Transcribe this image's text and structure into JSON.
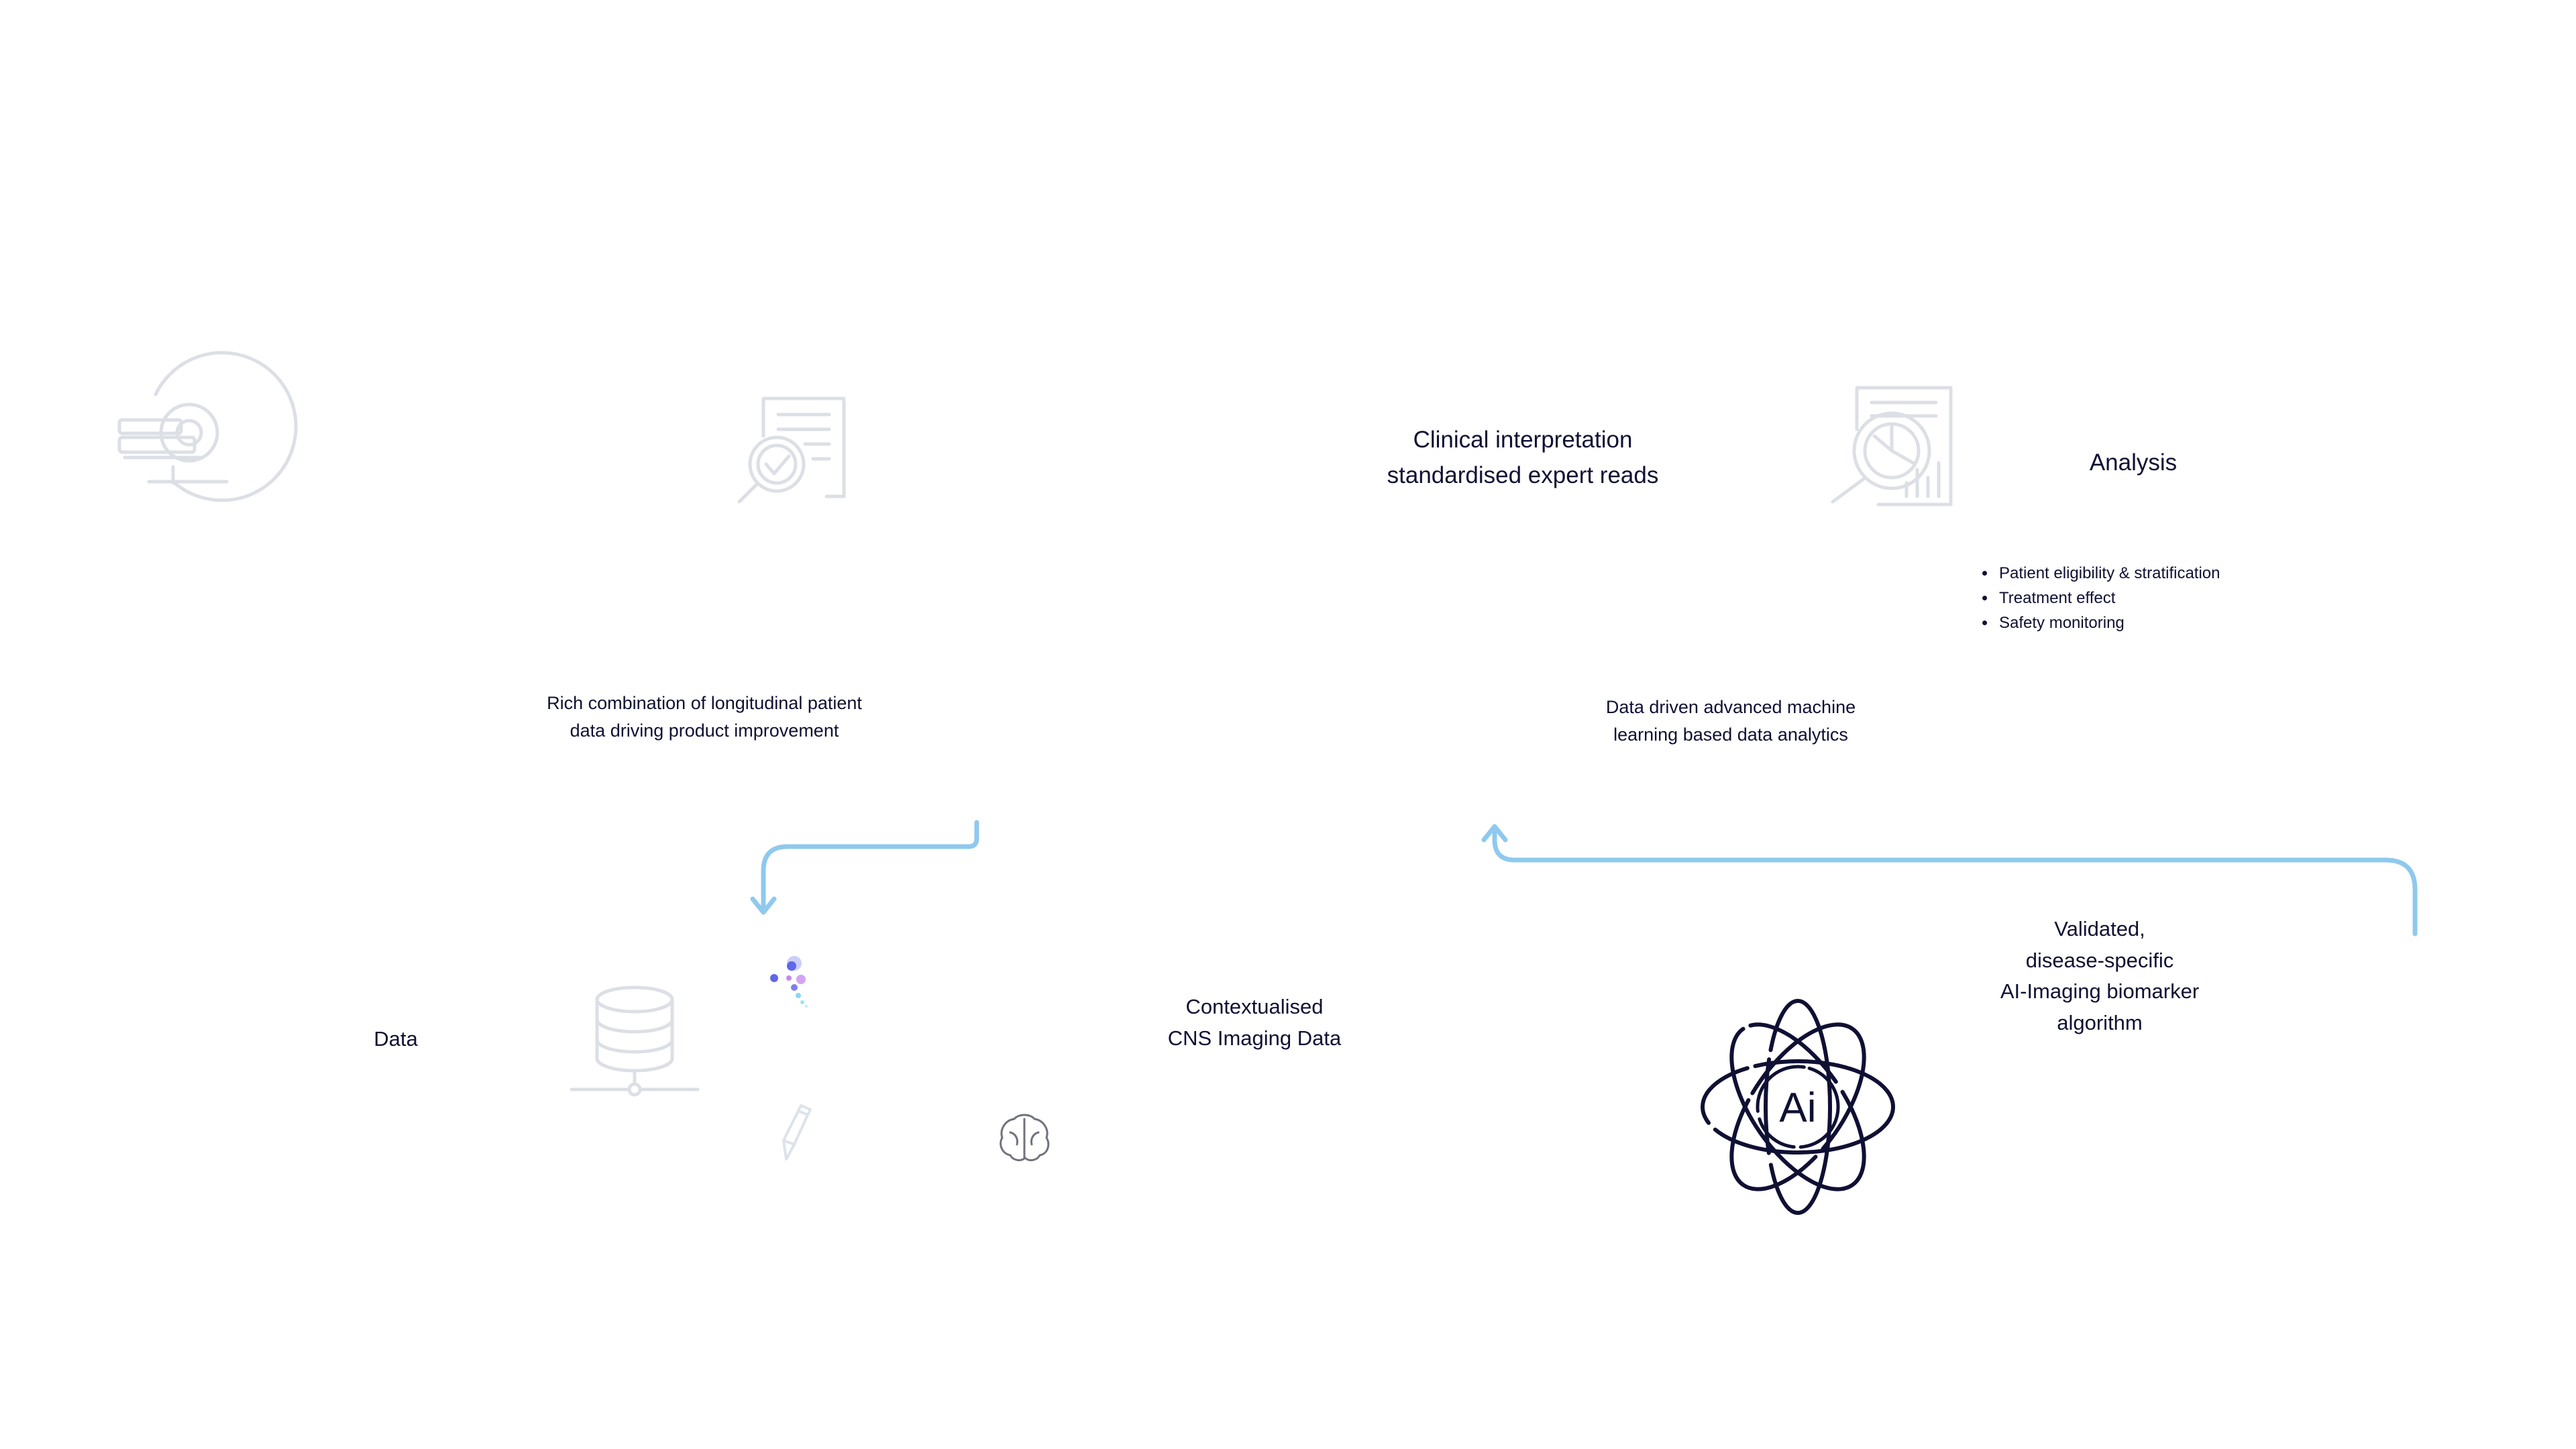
{
  "labels": {
    "clinical": [
      "Clinical interpretation",
      "standardised expert reads"
    ],
    "analysis": "Analysis",
    "longitudinal": [
      "Rich combination of longitudinal patient",
      "data driving product improvement"
    ],
    "ml_analytics": [
      "Data driven advanced machine",
      "learning based data analytics"
    ],
    "validated": [
      "Validated,",
      "disease-specific",
      "AI-Imaging biomarker",
      "algorithm"
    ],
    "contextualised": [
      "Contextualised",
      "CNS Imaging Data"
    ],
    "data": "Data"
  },
  "analysis_bullets": [
    "Patient eligibility & stratification",
    "Treatment effect",
    "Safety monitoring"
  ],
  "ai_logo_text": "Ai",
  "icons": [
    "mri-scanner-icon",
    "report-search-icon",
    "chart-report-search-icon",
    "database-icon",
    "particles-icon",
    "pencil-icon",
    "brain-icon",
    "ai-atom-icon"
  ],
  "colors": {
    "text": "#0f1033",
    "arrow": "#8fc9ee",
    "icon_faint": "#d9dce2",
    "ai_logo": "#0f1033"
  }
}
